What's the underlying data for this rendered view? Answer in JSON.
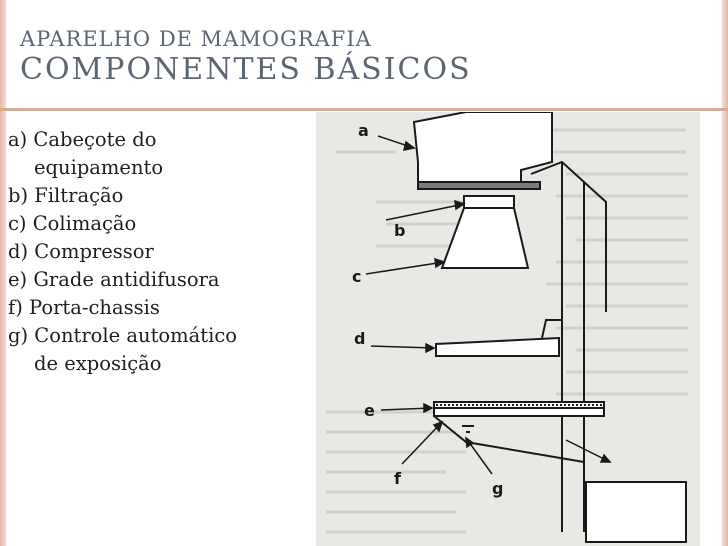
{
  "slide": {
    "supertitle": "APARELHO DE MAMOGRAFIA",
    "title": "COMPONENTES BÁSICOS",
    "items": [
      {
        "line1": "a) Cabeçote do",
        "line2": "equipamento"
      },
      {
        "line1": "b) Filtração"
      },
      {
        "line1": "c) Colimação"
      },
      {
        "line1": "d) Compressor"
      },
      {
        "line1": "e) Grade antidifusora"
      },
      {
        "line1": "f) Porta-chassis"
      },
      {
        "line1": "g) Controle automático",
        "line2": "de exposição"
      }
    ]
  },
  "figure": {
    "labels": {
      "a": "a",
      "b": "b",
      "c": "c",
      "d": "d",
      "e": "e",
      "f": "f",
      "g": "g"
    }
  },
  "colors": {
    "title": "#5b6673",
    "rule": "#e1a68f",
    "stripe": "#e7b7a6",
    "text": "#1e1e1e"
  }
}
